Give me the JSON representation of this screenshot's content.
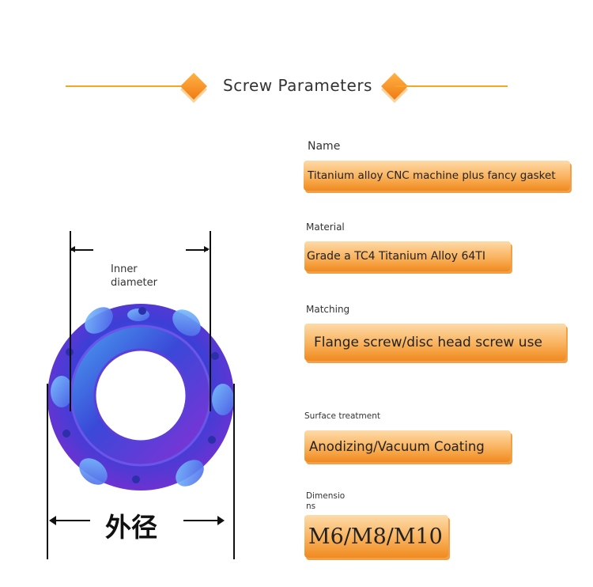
{
  "header": {
    "title": "Screw Parameters"
  },
  "diagram": {
    "inner_label": "Inner\ndiameter",
    "outer_label": "外径"
  },
  "params": [
    {
      "label": "Name",
      "value": "Titanium alloy CNC machine plus fancy gasket"
    },
    {
      "label": "Material",
      "value": "Grade a TC4 Titanium Alloy 64TI"
    },
    {
      "label": "Matching",
      "value": "Flange screw/disc head screw use"
    },
    {
      "label": "Surface treatment",
      "value": "Anodizing/Vacuum Coating"
    },
    {
      "label": "Dimensions",
      "value": "M6/M8/M10"
    }
  ],
  "colors": {
    "accent": "#f5a623",
    "washer_blue": "#3b4fd8",
    "washer_purple": "#8a2be2"
  }
}
